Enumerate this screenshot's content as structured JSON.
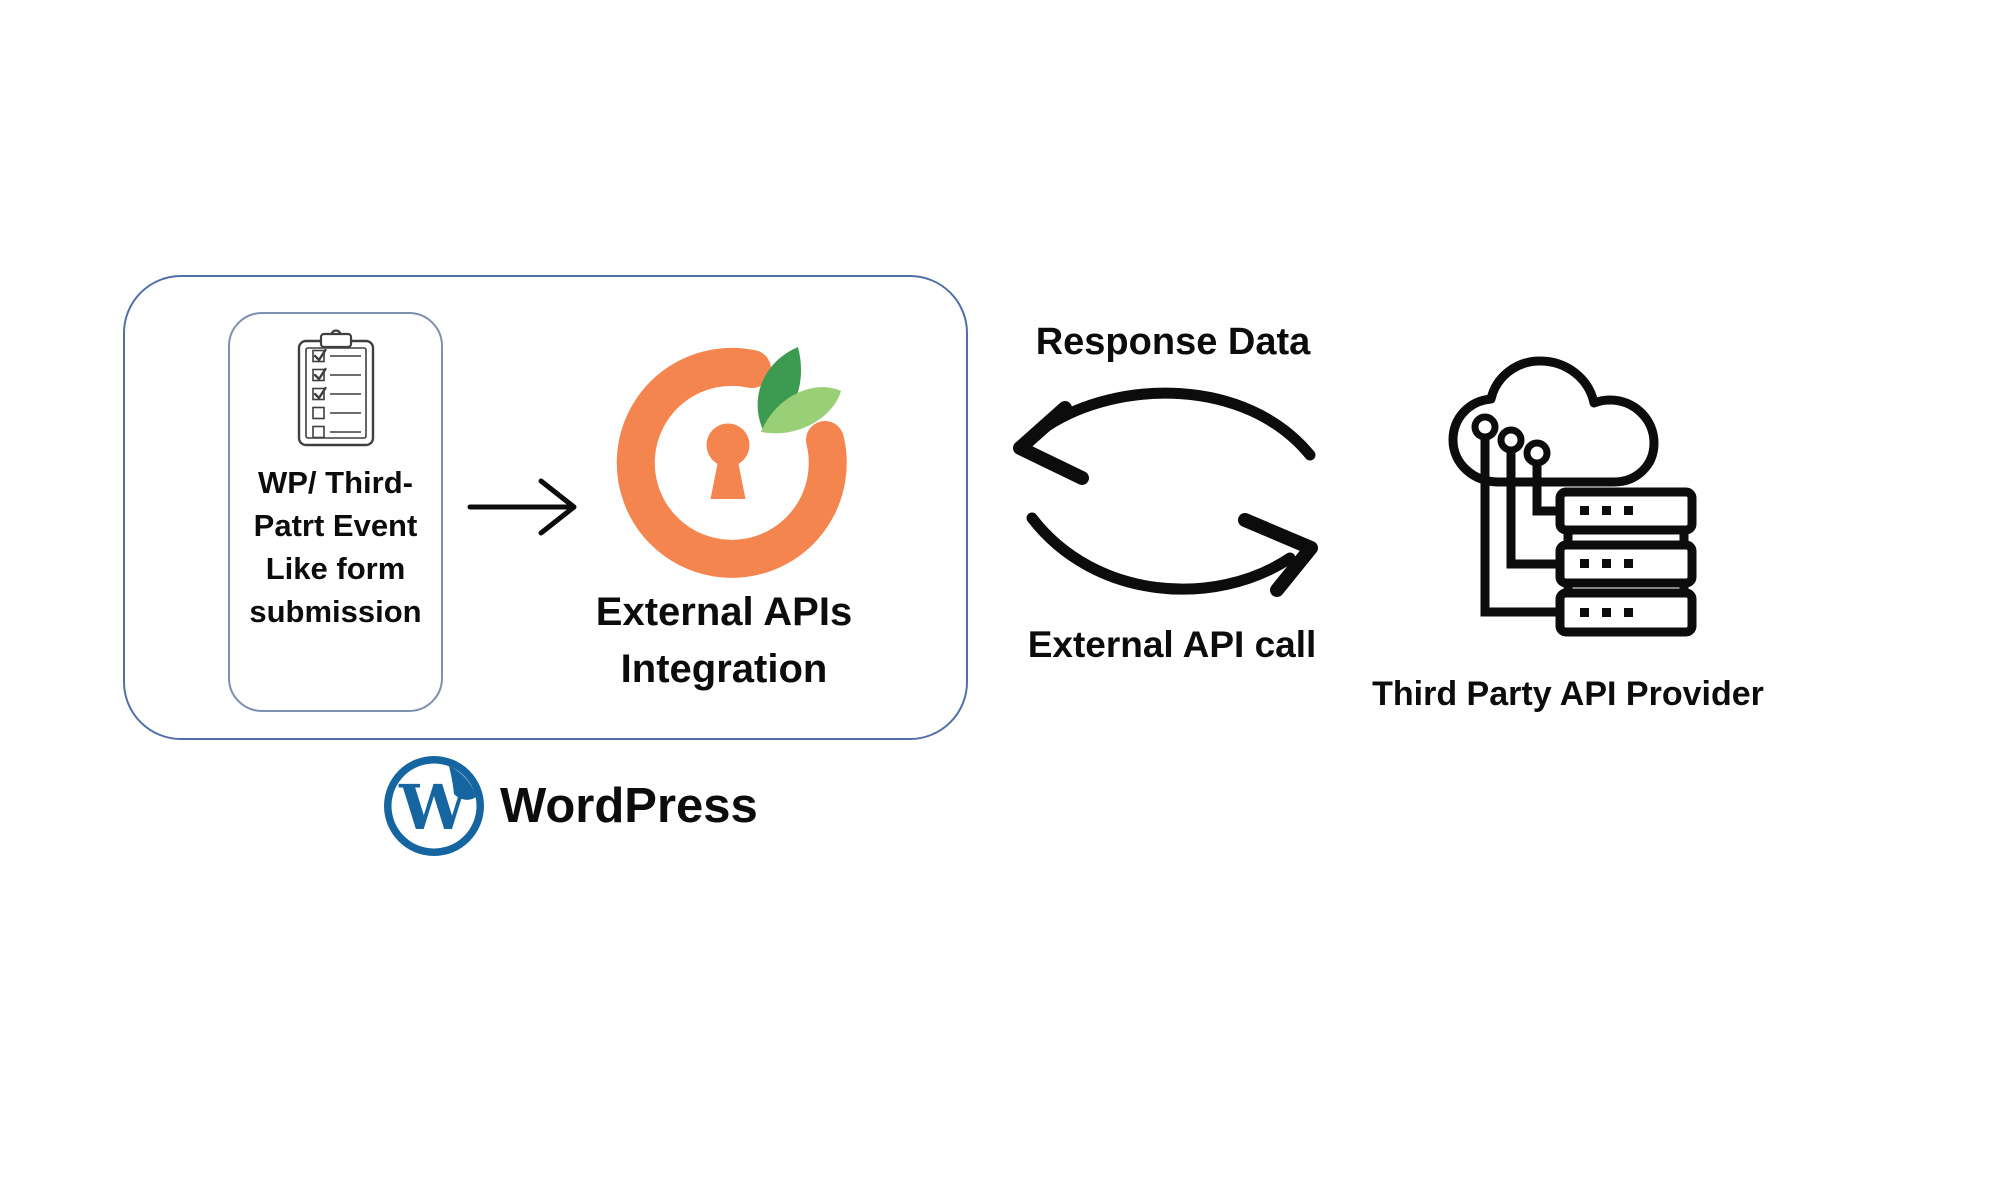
{
  "wordpress": {
    "event_box_lines": [
      "WP/ Third-",
      "Patrt Event",
      "Like form",
      "submission"
    ],
    "plugin_label_lines": [
      "External APIs",
      "Integration"
    ],
    "brand": "WordPress",
    "wp_monogram": "W"
  },
  "exchange": {
    "response": "Response Data",
    "request": "External API call"
  },
  "provider": {
    "label": "Third Party API Provider"
  },
  "icons": {
    "event": "clipboard-checklist-icon",
    "flow": "right-arrow-icon",
    "plugin": "orange-keyhole-leaf-logo-icon",
    "brand": "wordpress-logo-icon",
    "response": "curved-arrow-left-icon",
    "request": "curved-arrow-right-icon",
    "provider": "cloud-server-icon"
  },
  "colors": {
    "background": "#FFFFFF",
    "ink": "#0C0C0C",
    "icon_grey": "#3F3F3F",
    "outer_border": "#5170A8",
    "inner_border": "#7E8FB0",
    "orange": "#F5854E",
    "leaf_dark": "#3D9B51",
    "leaf_light": "#99D077",
    "wp_blue": "#1565A0"
  }
}
